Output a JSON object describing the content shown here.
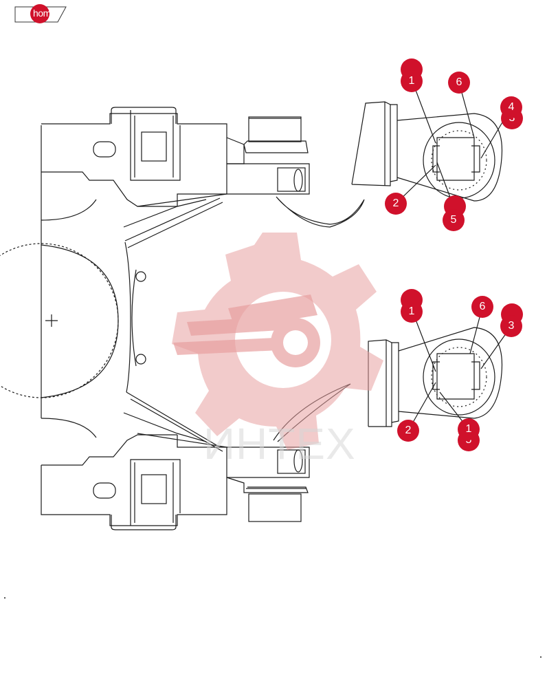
{
  "nav": {
    "home_label": "home"
  },
  "watermark": {
    "text": "ИНТЕХ"
  },
  "colors": {
    "callout": "#d0112b",
    "line": "#1a1a1a",
    "watermark": "#e8a0a0"
  },
  "callouts_top": [
    {
      "label": ""
    },
    {
      "label": "1"
    },
    {
      "label": "6"
    },
    {
      "label": "3"
    },
    {
      "label": "4"
    },
    {
      "label": "2"
    },
    {
      "label": ""
    },
    {
      "label": "5"
    }
  ],
  "callouts_bottom": [
    {
      "label": ""
    },
    {
      "label": "1"
    },
    {
      "label": "6"
    },
    {
      "label": ""
    },
    {
      "label": "3"
    },
    {
      "label": "2"
    },
    {
      "label": "5"
    },
    {
      "label": "1"
    }
  ]
}
